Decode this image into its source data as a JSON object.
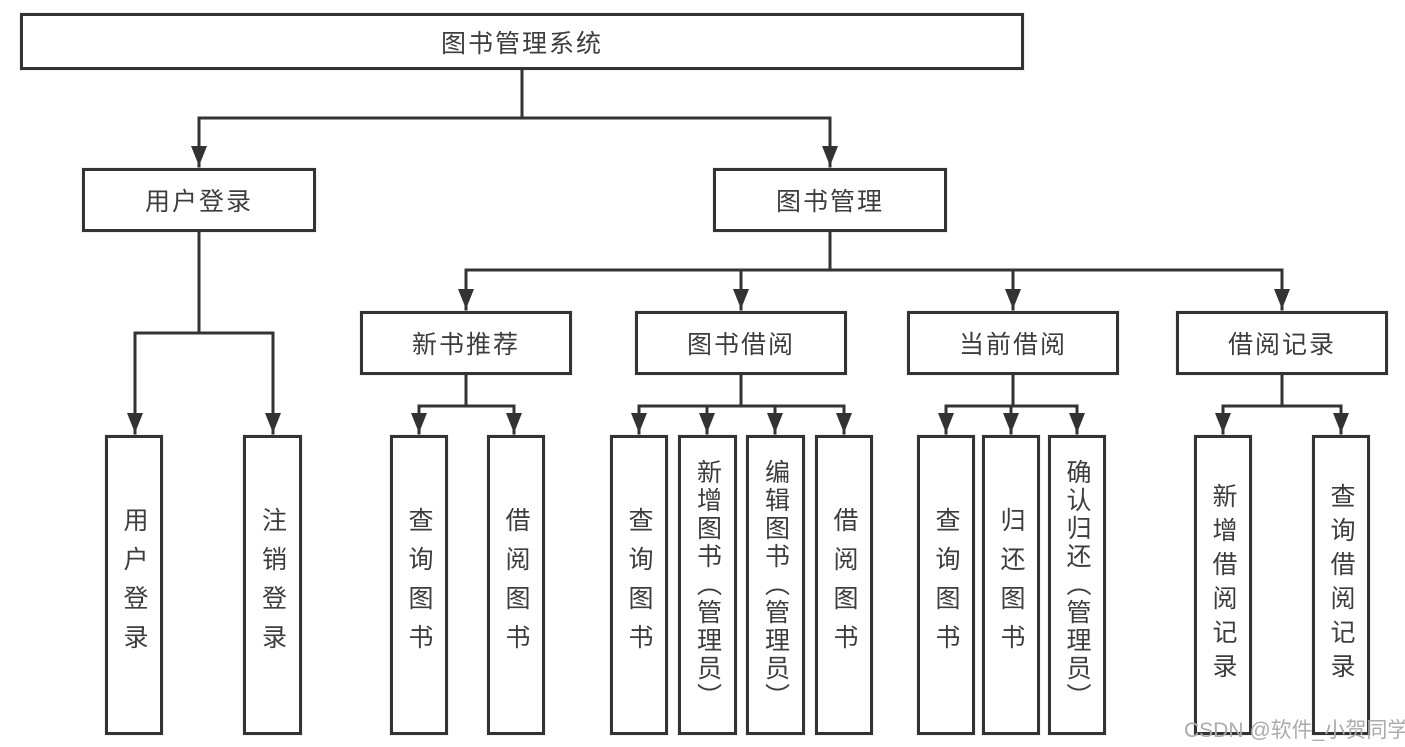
{
  "tree": {
    "root": {
      "label": "图书管理系统"
    },
    "user_login": {
      "label": "用户登录",
      "children": [
        {
          "label": "用户登录"
        },
        {
          "label": "注销登录"
        }
      ]
    },
    "book_management": {
      "label": "图书管理",
      "sections": [
        {
          "label": "新书推荐",
          "children": [
            {
              "label": "查询图书"
            },
            {
              "label": "借阅图书"
            }
          ]
        },
        {
          "label": "图书借阅",
          "children": [
            {
              "label": "查询图书"
            },
            {
              "label": "新增图书（管理员）"
            },
            {
              "label": "编辑图书（管理员）"
            },
            {
              "label": "借阅图书"
            }
          ]
        },
        {
          "label": "当前借阅",
          "children": [
            {
              "label": "查询图书"
            },
            {
              "label": "归还图书"
            },
            {
              "label": "确认归还（管理员）"
            }
          ]
        },
        {
          "label": "借阅记录",
          "children": [
            {
              "label": "新增借阅记录"
            },
            {
              "label": "查询借阅记录"
            }
          ]
        }
      ]
    }
  },
  "watermark": {
    "text": "CSDN @软件_小贺同学"
  },
  "colors": {
    "line": "#333333",
    "text": "#3d3d3d",
    "watermark": "#ababab",
    "background": "#ffffff"
  }
}
